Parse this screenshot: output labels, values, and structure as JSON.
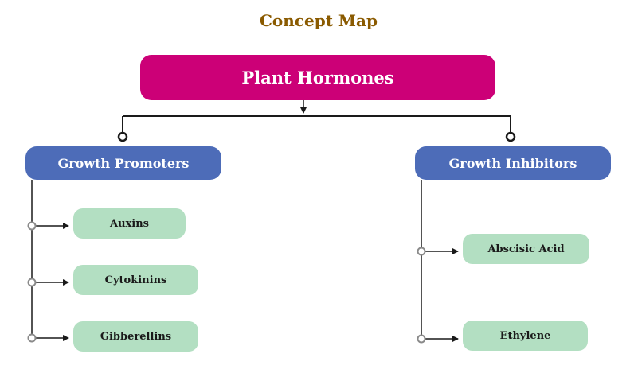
{
  "title": "Concept Map",
  "root": {
    "label": "Plant Hormones"
  },
  "categories": [
    {
      "label": "Growth Promoters",
      "items": [
        {
          "label": "Auxins"
        },
        {
          "label": "Cytokinins"
        },
        {
          "label": "Gibberellins"
        }
      ]
    },
    {
      "label": "Growth Inhibitors",
      "items": [
        {
          "label": "Abscisic Acid"
        },
        {
          "label": "Ethylene"
        }
      ]
    }
  ],
  "colors": {
    "title": "#8a5a00",
    "root_fill": "#cc0077",
    "category_fill": "#4d6cb8",
    "leaf_fill": "#b3dfc2",
    "connector": "#1a1a1a",
    "connector_node": "#8a8a8a"
  }
}
